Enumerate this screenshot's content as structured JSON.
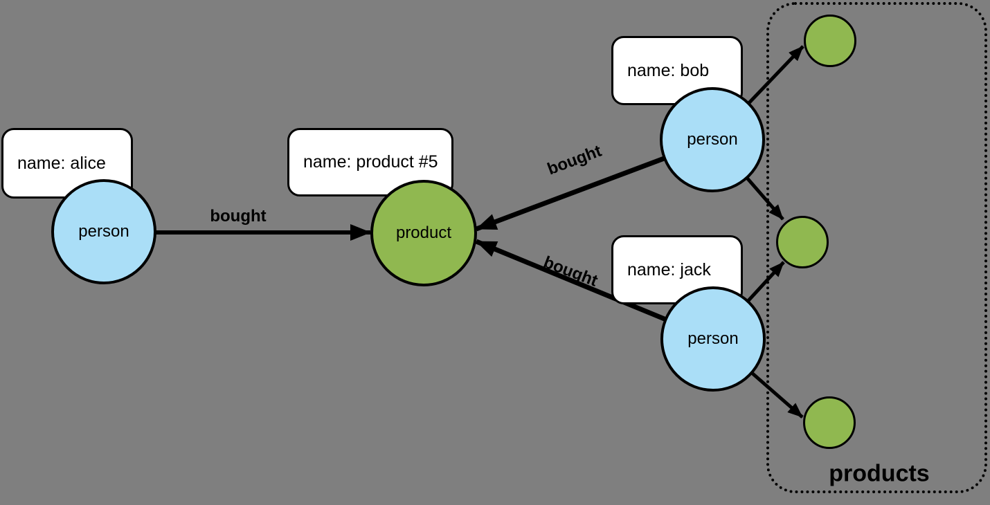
{
  "colors": {
    "canvas_bg": "#7f7f7f",
    "person_fill": "#aadef7",
    "product_fill": "#90b850",
    "box_fill": "#ffffff",
    "line_color": "#000000"
  },
  "nodes": {
    "alice": {
      "type_label": "person",
      "property": "name: alice"
    },
    "bob": {
      "type_label": "person",
      "property": "name: bob"
    },
    "jack": {
      "type_label": "person",
      "property": "name: jack"
    },
    "product": {
      "type_label": "product",
      "property": "name: product #5"
    }
  },
  "edges": {
    "alice_bought": "bought",
    "bob_bought": "bought",
    "jack_bought": "bought"
  },
  "group": {
    "label": "products"
  }
}
